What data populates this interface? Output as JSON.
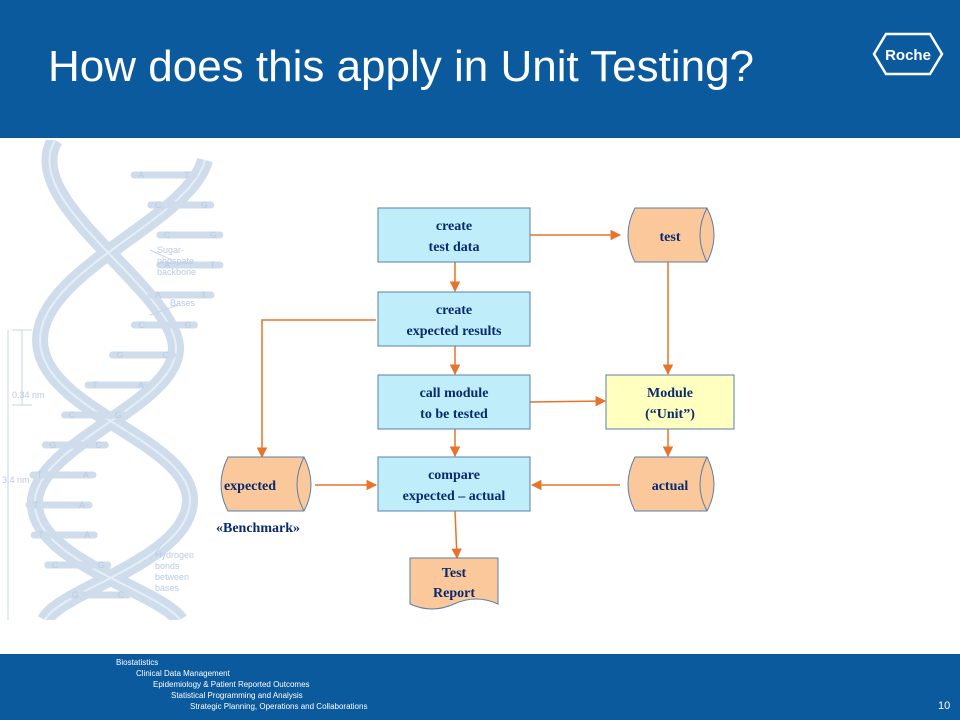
{
  "slide": {
    "title": "How does this apply in Unit Testing?",
    "logo_text": "Roche",
    "page_number": "10"
  },
  "diagram": {
    "create_test_data": [
      "create",
      "test data"
    ],
    "create_expected": [
      "create",
      "expected results"
    ],
    "call_module": [
      "call module",
      "to be tested"
    ],
    "compare": [
      "compare",
      "expected – actual"
    ],
    "test_report": [
      "Test",
      "Report"
    ],
    "test_store": "test",
    "module_unit": [
      "Module",
      "(“Unit”)"
    ],
    "actual_store": "actual",
    "expected_store": "expected",
    "benchmark_label": "«Benchmark»"
  },
  "dna_illustration": {
    "base_pairs": [
      [
        "A",
        "T"
      ],
      [
        "C",
        "G"
      ],
      [
        "C",
        "G"
      ],
      [
        "A",
        "T"
      ],
      [
        "A",
        "T"
      ],
      [
        "C",
        "G"
      ],
      [
        "G",
        "C"
      ],
      [
        "T",
        "A"
      ],
      [
        "C",
        "G"
      ],
      [
        "G",
        "C"
      ],
      [
        "T",
        "A"
      ],
      [
        "T",
        "A"
      ],
      [
        "T",
        "A"
      ],
      [
        "C",
        "G"
      ],
      [
        "G",
        "C"
      ]
    ],
    "labels": [
      "Sugar-",
      "phospate",
      "backbone",
      "Bases",
      "0.34 nm",
      "3.4 nm",
      "Hydrogen",
      "bonds",
      "between",
      "bases"
    ]
  },
  "footer": {
    "lines": [
      "Biostatistics",
      "Clinical Data Management",
      "Epidemiology & Patient Reported Outcomes",
      "Statistical Programming and Analysis",
      "Strategic Planning, Operations  and Collaborations"
    ]
  },
  "colors": {
    "header_blue": "#0b5a9e",
    "process_box_fill": "#bfeefa",
    "store_fill": "#fac89a",
    "module_fill": "#ffffc0",
    "arrow_orange": "#e8732a",
    "text_navy": "#0a2a6e"
  }
}
